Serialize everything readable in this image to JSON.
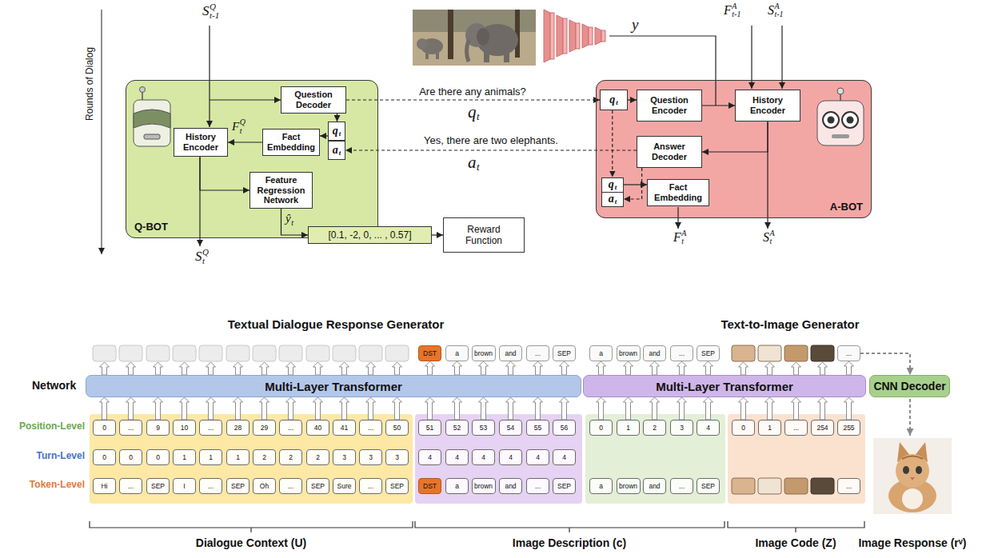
{
  "diagram": {
    "nodes": [
      {
        "text": [
          "Q-BOT"
        ]
      },
      {
        "text": [
          "Question Decoder"
        ],
        "in": 0
      },
      {
        "text": [
          "History Encoder"
        ],
        "in": 0
      },
      {
        "text": [
          "Fact Embedding"
        ],
        "in": 0
      },
      {
        "text": [
          "q",
          "t"
        ],
        "in": 0
      },
      {
        "text": [
          "a",
          "t"
        ],
        "in": 0
      },
      {
        "text": [
          "Feature Regression Network"
        ],
        "in": 0
      },
      {
        "text": [
          "[0.1, -2, 0, ... , 0.57]"
        ]
      },
      {
        "text": [
          "Reward Function"
        ]
      },
      {
        "text": [
          "A-BOT"
        ]
      },
      {
        "text": [
          "q",
          "t"
        ],
        "in": 9
      },
      {
        "text": [
          "Question Encoder"
        ],
        "in": 9
      },
      {
        "text": [
          "History Encoder"
        ],
        "in": 9
      },
      {
        "text": [
          "Answer Decoder"
        ],
        "in": 9
      },
      {
        "text": [
          "q",
          "t"
        ],
        "in": 9
      },
      {
        "text": [
          "a",
          "t"
        ],
        "in": 9
      },
      {
        "text": [
          "Fact Embedding"
        ],
        "in": 9
      },
      {
        "text": [
          "Multi-Layer Transformer"
        ]
      },
      {
        "text": [
          "Multi-Layer Transformer"
        ]
      },
      {
        "text": [
          "CNN Decoder"
        ]
      },
      {
        "text": [
          "DST"
        ]
      },
      {
        "text": [
          "a"
        ]
      },
      {
        "text": [
          "brown"
        ]
      },
      {
        "text": [
          "and"
        ]
      },
      {
        "text": [
          "..."
        ]
      },
      {
        "text": [
          "SEP"
        ]
      },
      {
        "text": [
          "a"
        ]
      },
      {
        "text": [
          "brown"
        ]
      },
      {
        "text": [
          "and"
        ]
      },
      {
        "text": [
          "..."
        ]
      },
      {
        "text": [
          "SEP"
        ]
      },
      {
        "text": [
          "..."
        ]
      },
      {
        "text": [
          "0"
        ]
      },
      {
        "text": [
          "..."
        ]
      },
      {
        "text": [
          "9"
        ]
      },
      {
        "text": [
          "10"
        ]
      },
      {
        "text": [
          "..."
        ]
      },
      {
        "text": [
          "28"
        ]
      },
      {
        "text": [
          "29"
        ]
      },
      {
        "text": [
          "..."
        ]
      },
      {
        "text": [
          "40"
        ]
      },
      {
        "text": [
          "41"
        ]
      },
      {
        "text": [
          "..."
        ]
      },
      {
        "text": [
          "50"
        ]
      },
      {
        "text": [
          "51"
        ]
      },
      {
        "text": [
          "52"
        ]
      },
      {
        "text": [
          "53"
        ]
      },
      {
        "text": [
          "54"
        ]
      },
      {
        "text": [
          "55"
        ]
      },
      {
        "text": [
          "56"
        ]
      },
      {
        "text": [
          "0"
        ]
      },
      {
        "text": [
          "1"
        ]
      },
      {
        "text": [
          "2"
        ]
      },
      {
        "text": [
          "3"
        ]
      },
      {
        "text": [
          "4"
        ]
      },
      {
        "text": [
          "0"
        ]
      },
      {
        "text": [
          "1"
        ]
      },
      {
        "text": [
          "..."
        ]
      },
      {
        "text": [
          "254"
        ]
      },
      {
        "text": [
          "255"
        ]
      },
      {
        "text": [
          "0"
        ]
      },
      {
        "text": [
          "0"
        ]
      },
      {
        "text": [
          "0"
        ]
      },
      {
        "text": [
          "1"
        ]
      },
      {
        "text": [
          "1"
        ]
      },
      {
        "text": [
          "1"
        ]
      },
      {
        "text": [
          "2"
        ]
      },
      {
        "text": [
          "2"
        ]
      },
      {
        "text": [
          "2"
        ]
      },
      {
        "text": [
          "3"
        ]
      },
      {
        "text": [
          "3"
        ]
      },
      {
        "text": [
          "3"
        ]
      },
      {
        "text": [
          "4"
        ]
      },
      {
        "text": [
          "4"
        ]
      },
      {
        "text": [
          "4"
        ]
      },
      {
        "text": [
          "4"
        ]
      },
      {
        "text": [
          "4"
        ]
      },
      {
        "text": [
          "4"
        ]
      },
      {
        "text": [
          "Hi"
        ]
      },
      {
        "text": [
          "..."
        ]
      },
      {
        "text": [
          "SEP"
        ]
      },
      {
        "text": [
          "I"
        ]
      },
      {
        "text": [
          "..."
        ]
      },
      {
        "text": [
          "SEP"
        ]
      },
      {
        "text": [
          "Oh"
        ]
      },
      {
        "text": [
          "..."
        ]
      },
      {
        "text": [
          "SEP"
        ]
      },
      {
        "text": [
          "Sure"
        ]
      },
      {
        "text": [
          "..."
        ]
      },
      {
        "text": [
          "SEP"
        ]
      },
      {
        "text": [
          "DST"
        ]
      },
      {
        "text": [
          "a"
        ]
      },
      {
        "text": [
          "brown"
        ]
      },
      {
        "text": [
          "and"
        ]
      },
      {
        "text": [
          "..."
        ]
      },
      {
        "text": [
          "SEP"
        ]
      },
      {
        "text": [
          "a"
        ]
      },
      {
        "text": [
          "brown"
        ]
      },
      {
        "text": [
          "and"
        ]
      },
      {
        "text": [
          "..."
        ]
      },
      {
        "text": [
          "SEP"
        ]
      },
      {
        "text": [
          "..."
        ]
      }
    ],
    "edges": [
      {
        "from": 1,
        "to": 4,
        "arrow": "to"
      },
      {
        "from": 1,
        "to": 10,
        "label": "Are there any animals?",
        "arrow": "to"
      },
      {
        "from": 4,
        "to": 3,
        "arrow": "to"
      },
      {
        "from": 3,
        "to": 2,
        "arrow": "to"
      },
      {
        "from": 2,
        "to": 6,
        "arrow": "to"
      },
      {
        "from": 6,
        "to": 7,
        "arrow": "to"
      },
      {
        "from": 7,
        "to": 8,
        "arrow": "to"
      },
      {
        "from": 10,
        "to": 11,
        "arrow": "to"
      },
      {
        "from": 11,
        "to": 12,
        "arrow": "to"
      },
      {
        "from": 12,
        "to": 13,
        "arrow": "to"
      },
      {
        "from": 13,
        "to": 5,
        "label": "Yes, there are two elephants.",
        "arrow": "to"
      },
      {
        "from": 10,
        "to": 14,
        "arrow": "to"
      },
      {
        "from": 13,
        "to": 15,
        "arrow": "to"
      },
      {
        "from": 14,
        "to": 16,
        "arrow": "to"
      },
      {
        "from": 32,
        "to": 17,
        "arrow": "to"
      },
      {
        "from": 33,
        "to": 17,
        "arrow": "to"
      },
      {
        "from": 34,
        "to": 17,
        "arrow": "to"
      },
      {
        "from": 35,
        "to": 17,
        "arrow": "to"
      },
      {
        "from": 36,
        "to": 17,
        "arrow": "to"
      },
      {
        "from": 37,
        "to": 17,
        "arrow": "to"
      },
      {
        "from": 38,
        "to": 17,
        "arrow": "to"
      },
      {
        "from": 39,
        "to": 17,
        "arrow": "to"
      },
      {
        "from": 40,
        "to": 17,
        "arrow": "to"
      },
      {
        "from": 41,
        "to": 17,
        "arrow": "to"
      },
      {
        "from": 42,
        "to": 17,
        "arrow": "to"
      },
      {
        "from": 43,
        "to": 17,
        "arrow": "to"
      },
      {
        "from": 44,
        "to": 17,
        "arrow": "to"
      },
      {
        "from": 45,
        "to": 17,
        "arrow": "to"
      },
      {
        "from": 46,
        "to": 17,
        "arrow": "to"
      },
      {
        "from": 47,
        "to": 17,
        "arrow": "to"
      },
      {
        "from": 48,
        "to": 17,
        "arrow": "to"
      },
      {
        "from": 49,
        "to": 17,
        "arrow": "to"
      },
      {
        "from": 50,
        "to": 18,
        "arrow": "to"
      },
      {
        "from": 51,
        "to": 18,
        "arrow": "to"
      },
      {
        "from": 52,
        "to": 18,
        "arrow": "to"
      },
      {
        "from": 53,
        "to": 18,
        "arrow": "to"
      },
      {
        "from": 54,
        "to": 18,
        "arrow": "to"
      },
      {
        "from": 55,
        "to": 18,
        "arrow": "to"
      },
      {
        "from": 56,
        "to": 18,
        "arrow": "to"
      },
      {
        "from": 57,
        "to": 18,
        "arrow": "to"
      },
      {
        "from": 58,
        "to": 18,
        "arrow": "to"
      },
      {
        "from": 59,
        "to": 18,
        "arrow": "to"
      },
      {
        "from": 17,
        "to": 20,
        "arrow": "to"
      },
      {
        "from": 17,
        "to": 21,
        "arrow": "to"
      },
      {
        "from": 17,
        "to": 22,
        "arrow": "to"
      },
      {
        "from": 17,
        "to": 23,
        "arrow": "to"
      },
      {
        "from": 17,
        "to": 24,
        "arrow": "to"
      },
      {
        "from": 17,
        "to": 25,
        "arrow": "to"
      },
      {
        "from": 18,
        "to": 26,
        "arrow": "to"
      },
      {
        "from": 18,
        "to": 27,
        "arrow": "to"
      },
      {
        "from": 18,
        "to": 28,
        "arrow": "to"
      },
      {
        "from": 18,
        "to": 29,
        "arrow": "to"
      },
      {
        "from": 18,
        "to": 30,
        "arrow": "to"
      },
      {
        "from": 18,
        "to": 31,
        "arrow": "to"
      },
      {
        "from": 31,
        "to": 19,
        "arrow": "to"
      }
    ],
    "labels": [
      "Rounds of Dialog",
      "S",
      "Q",
      "t-1",
      "F",
      "Q",
      "t",
      "S",
      "Q",
      "t",
      "ŷ",
      "t",
      "q",
      "t",
      "a",
      "t",
      "y",
      "F",
      "A",
      "t-1",
      "S",
      "A",
      "t-1",
      "F",
      "A",
      "t",
      "S",
      "A",
      "t",
      "Textual Dialogue Response Generator",
      "Text-to-Image Generator",
      "Network",
      "Position-Level",
      "Turn-Level",
      "Token-Level",
      "Dialogue Context (U)",
      "Image Description (c)",
      "Image Code (Z)",
      "Image Response (rᵛ)"
    ]
  }
}
